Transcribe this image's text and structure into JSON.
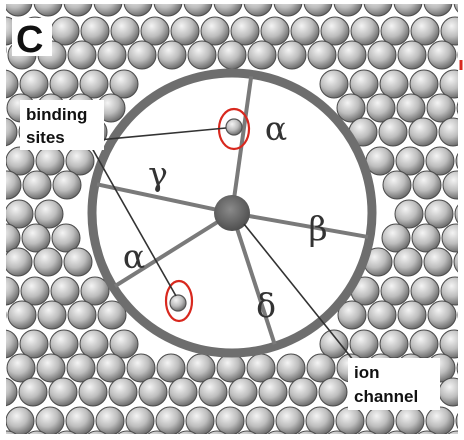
{
  "panel_letter": "C",
  "labels": {
    "binding_line1": "binding",
    "binding_line2": "sites",
    "ion_line1": "ion",
    "ion_line2": "channel"
  },
  "subunits": [
    {
      "symbol": "α"
    },
    {
      "symbol": "β"
    },
    {
      "symbol": "δ"
    },
    {
      "symbol": "α"
    },
    {
      "symbol": "γ"
    }
  ],
  "colors": {
    "background": "#ffffff",
    "bead_fill": "#bdbdbd",
    "bead_edge": "#4a4a4a",
    "receptor_fill": "#ffffff",
    "receptor_border": "#6b6b6b",
    "spoke": "#7a7a7a",
    "pore": "#5a5a5a",
    "annotation_circle": "#d8281e",
    "pointer_line": "#333333"
  }
}
